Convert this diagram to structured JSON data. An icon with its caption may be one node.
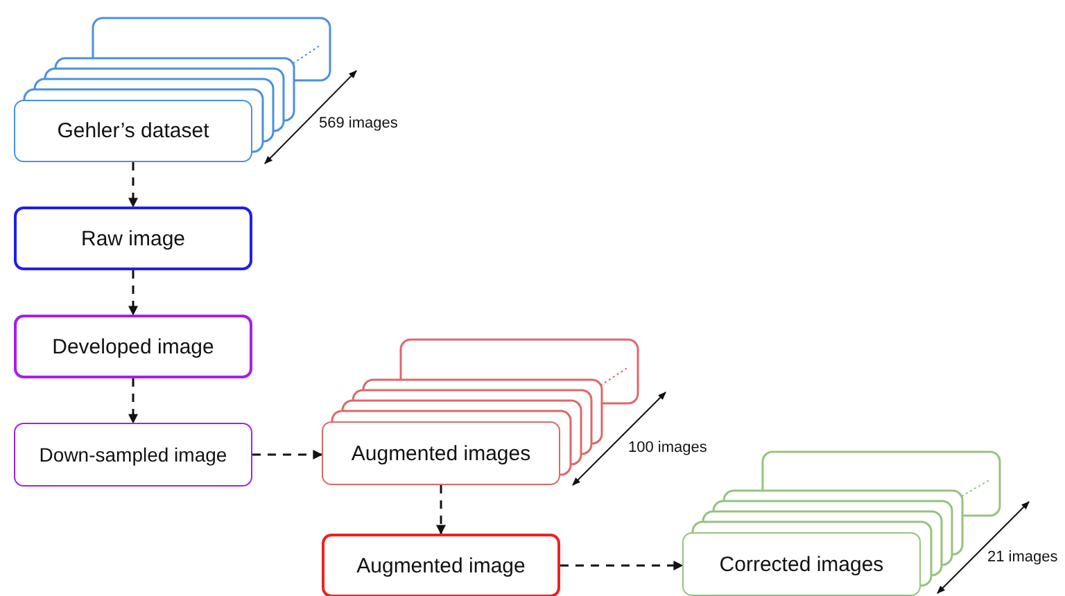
{
  "diagram": {
    "nodes": [
      {
        "text": [
          "Gehler’s dataset"
        ]
      },
      {
        "text": [
          "Raw image"
        ]
      },
      {
        "text": [
          "Developed image"
        ]
      },
      {
        "text": [
          "Down-sampled image"
        ]
      },
      {
        "text": [
          "Augmented images"
        ]
      },
      {
        "text": [
          "Augmented image"
        ]
      },
      {
        "text": [
          "Corrected images"
        ]
      }
    ],
    "edges": [
      {
        "from": 0,
        "to": 1,
        "arrow": "to",
        "style": "dashed"
      },
      {
        "from": 1,
        "to": 2,
        "arrow": "to",
        "style": "dashed"
      },
      {
        "from": 2,
        "to": 3,
        "arrow": "to",
        "style": "dashed"
      },
      {
        "from": 3,
        "to": 4,
        "arrow": "to",
        "style": "dashed"
      },
      {
        "from": 4,
        "to": 5,
        "arrow": "to",
        "style": "dashed"
      },
      {
        "from": 5,
        "to": 6,
        "arrow": "to",
        "style": "dashed"
      }
    ],
    "labels": [
      "569 images",
      "100 images",
      "21 images"
    ]
  }
}
